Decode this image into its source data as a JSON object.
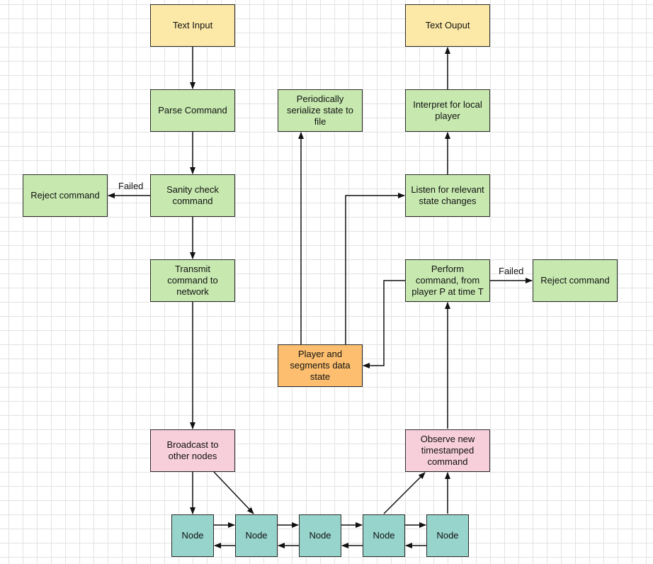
{
  "boxes": {
    "text_input": "Text Input",
    "parse_command": "Parse Command",
    "sanity_check": "Sanity check command",
    "reject_left": "Reject command",
    "transmit": "Transmit command to network",
    "broadcast": "Broadcast to other nodes",
    "serialize": "Periodically serialize state to file",
    "data_state": "Player and segments data state",
    "text_output": "Text Ouput",
    "interpret": "Interpret for local player",
    "listen": "Listen for relevant state changes",
    "perform": "Perform command, from player P at time T",
    "reject_right": "Reject command",
    "observe": "Observe new timestamped command"
  },
  "nodes": [
    "Node",
    "Node",
    "Node",
    "Node",
    "Node"
  ],
  "edge_labels": {
    "failed_left": "Failed",
    "failed_right": "Failed"
  },
  "colors": {
    "io": "#fde9a7",
    "step": "#c7e9b0",
    "state": "#fdbf6f",
    "broadcast": "#f7cfda",
    "node": "#96d4cc",
    "line": "#111111"
  }
}
